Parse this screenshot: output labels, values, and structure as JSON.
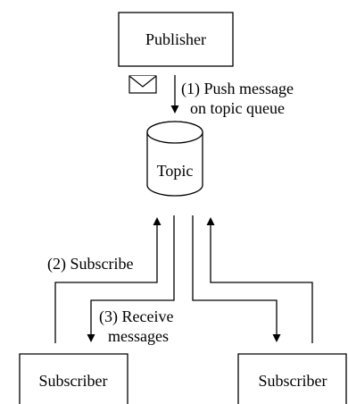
{
  "diagram": {
    "publisher": {
      "label": "Publisher"
    },
    "topic": {
      "label": "Topic"
    },
    "subscriber_left": {
      "label": "Subscriber"
    },
    "subscriber_right": {
      "label": "Subscriber"
    },
    "push": {
      "line1": "(1) Push message",
      "line2": "on topic queue",
      "icon": "envelope-icon"
    },
    "subscribe": {
      "label": "(2) Subscribe"
    },
    "receive": {
      "line1": "(3) Receive",
      "line2": "messages"
    }
  }
}
